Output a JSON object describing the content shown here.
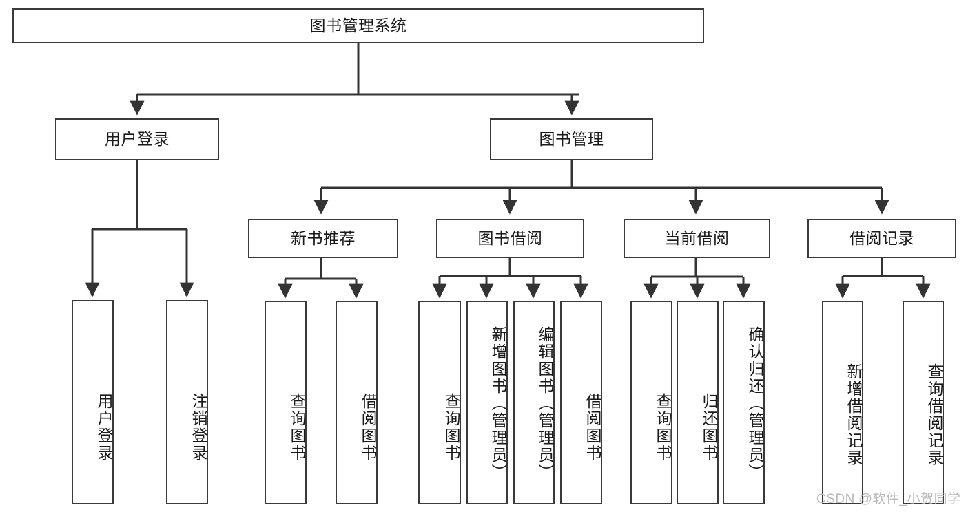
{
  "diagram": {
    "title": "图书管理系统",
    "type": "tree-hierarchy-diagram",
    "watermark": "CSDN @软件_小贺同学",
    "colors": {
      "box_border": "#3a3a3a",
      "box_fill": "#ffffff",
      "connector": "#333333",
      "text": "#1a1a1a",
      "watermark": "#b9b9b9",
      "background": "#ffffff"
    },
    "levels": [
      {
        "level": 1,
        "nodes": [
          {
            "id": "root",
            "label": "图书管理系统",
            "orientation": "horizontal"
          }
        ]
      },
      {
        "level": 2,
        "nodes": [
          {
            "id": "user-login",
            "label": "用户登录",
            "orientation": "horizontal",
            "parent": "root"
          },
          {
            "id": "book-manage",
            "label": "图书管理",
            "orientation": "horizontal",
            "parent": "root"
          }
        ]
      },
      {
        "level": 3,
        "nodes": [
          {
            "id": "new-book-rec",
            "label": "新书推荐",
            "orientation": "horizontal",
            "parent": "book-manage"
          },
          {
            "id": "book-borrow",
            "label": "图书借阅",
            "orientation": "horizontal",
            "parent": "book-manage"
          },
          {
            "id": "current-borrow",
            "label": "当前借阅",
            "orientation": "horizontal",
            "parent": "book-manage"
          },
          {
            "id": "borrow-record",
            "label": "借阅记录",
            "orientation": "horizontal",
            "parent": "book-manage"
          }
        ]
      },
      {
        "level": 4,
        "nodes": [
          {
            "id": "leaf-user-login",
            "label": "用户登录",
            "orientation": "vertical",
            "parent": "user-login"
          },
          {
            "id": "leaf-logout",
            "label": "注销登录",
            "orientation": "vertical",
            "parent": "user-login"
          },
          {
            "id": "leaf-query-book-1",
            "label": "查询图书",
            "orientation": "vertical",
            "parent": "new-book-rec"
          },
          {
            "id": "leaf-borrow-book-1",
            "label": "借阅图书",
            "orientation": "vertical",
            "parent": "new-book-rec"
          },
          {
            "id": "leaf-query-book-2",
            "label": "查询图书",
            "orientation": "vertical",
            "parent": "book-borrow"
          },
          {
            "id": "leaf-add-book",
            "label": "新增图书（管理员）",
            "orientation": "vertical",
            "parent": "book-borrow"
          },
          {
            "id": "leaf-edit-book",
            "label": "编辑图书（管理员）",
            "orientation": "vertical",
            "parent": "book-borrow"
          },
          {
            "id": "leaf-borrow-book-2",
            "label": "借阅图书",
            "orientation": "vertical",
            "parent": "book-borrow"
          },
          {
            "id": "leaf-query-book-3",
            "label": "查询图书",
            "orientation": "vertical",
            "parent": "current-borrow"
          },
          {
            "id": "leaf-return-book",
            "label": "归还图书",
            "orientation": "vertical",
            "parent": "current-borrow"
          },
          {
            "id": "leaf-confirm-return",
            "label": "确认归还（管理员）",
            "orientation": "vertical",
            "parent": "current-borrow"
          },
          {
            "id": "leaf-add-record",
            "label": "新增借阅记录",
            "orientation": "vertical",
            "parent": "borrow-record"
          },
          {
            "id": "leaf-query-record",
            "label": "查询借阅记录",
            "orientation": "vertical",
            "parent": "borrow-record"
          }
        ]
      }
    ]
  }
}
